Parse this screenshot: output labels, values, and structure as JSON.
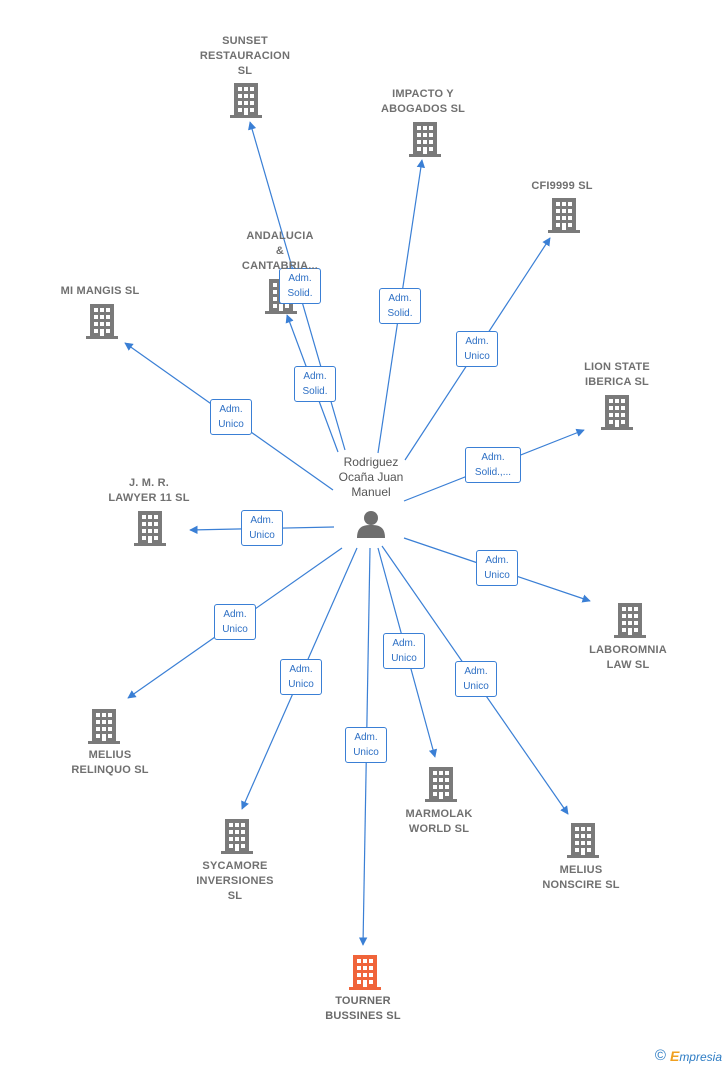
{
  "center": {
    "name": "Rodriguez\nOcaña Juan\nManuel",
    "icon": "person-icon",
    "x": 0,
    "y": 0
  },
  "colors": {
    "edge": "#3a7fd5",
    "building": "#7a7a7a",
    "focus_building": "#f0643a",
    "text": "#707070"
  },
  "nodes": [
    {
      "id": "sunset",
      "label": "SUNSET\nRESTAURACION\nSL",
      "role": "Adm.\nSolid."
    },
    {
      "id": "impacto",
      "label": "IMPACTO Y\nABOGADOS SL",
      "role": "Adm.\nSolid."
    },
    {
      "id": "cfi",
      "label": "CFI9999 SL",
      "role": "Adm.\nUnico"
    },
    {
      "id": "andalucia",
      "label": "ANDALUCIA\n&\nCANTABRIA...",
      "role": "Adm.\nSolid."
    },
    {
      "id": "mimangis",
      "label": "MI MANGIS SL",
      "role": "Adm.\nUnico"
    },
    {
      "id": "lionstate",
      "label": "LION STATE\nIBERICA SL",
      "role": "Adm.\nSolid.,..."
    },
    {
      "id": "jmr",
      "label": "J. M. R.\nLAWYER 11 SL",
      "role": "Adm.\nUnico"
    },
    {
      "id": "laboromnia",
      "label": "LABOROMNIA\nLAW SL",
      "role": "Adm.\nUnico"
    },
    {
      "id": "relinquo",
      "label": "MELIUS\nRELINQUO SL",
      "role": "Adm.\nUnico"
    },
    {
      "id": "sycamore",
      "label": "SYCAMORE\nINVERSIONES\nSL",
      "role": "Adm.\nUnico"
    },
    {
      "id": "marmolak",
      "label": "MARMOLAK\nWORLD SL",
      "role": "Adm.\nUnico"
    },
    {
      "id": "nonscire",
      "label": "MELIUS\nNONSCIRE SL",
      "role": "Adm.\nUnico"
    },
    {
      "id": "tourner",
      "label": "TOURNER\nBUSSINES SL",
      "role": "Adm.\nUnico",
      "focus": true
    }
  ],
  "brand": {
    "copyright": "©",
    "name": "mpresia",
    "initial": "E"
  }
}
